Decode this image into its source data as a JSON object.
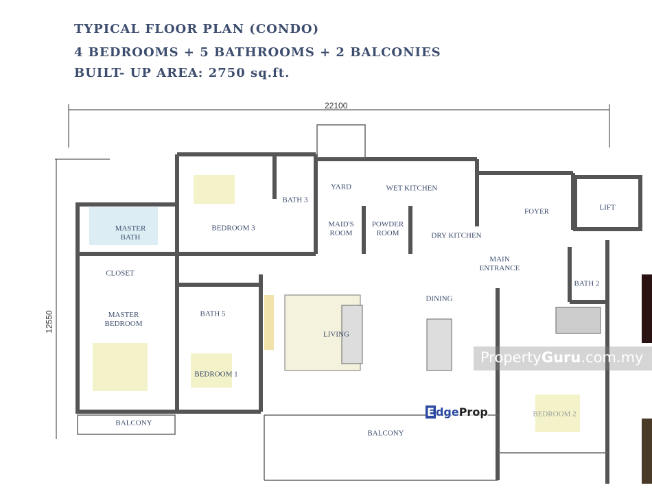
{
  "header": {
    "title": "TYPICAL FLOOR PLAN (CONDO)",
    "layout": "4 BEDROOMS + 5 BATHROOMS + 2 BALCONIES",
    "area": "BUILT- UP AREA: 2750 sq.ft."
  },
  "dimensions": {
    "width": "22100",
    "depth": "12550"
  },
  "rooms": {
    "yard": "YARD",
    "wet_kitchen": "WET KITCHEN",
    "foyer": "FOYER",
    "lift": "LIFT",
    "master_bath": "MASTER BATH",
    "bedroom3": "BEDROOM 3",
    "bath3": "BATH 3",
    "maids_room": "MAID'S ROOM",
    "powder_room": "POWDER ROOM",
    "dry_kitchen": "DRY KITCHEN",
    "main_entrance": "MAIN ENTRANCE",
    "closet": "CLOSET",
    "bath2": "BATH 2",
    "master_bedroom": "MASTER BEDROOM",
    "bath5": "BATH 5",
    "living": "LIVING",
    "dining": "DINING",
    "bedroom1": "BEDROOM 1",
    "bedroom2": "BEDROOM 2",
    "balcony_left": "BALCONY",
    "balcony_main": "BALCONY"
  },
  "watermarks": {
    "propertyguru_a": "Property",
    "propertyguru_b": "Guru",
    "propertyguru_c": ".com.my",
    "edgeprop_a": "E",
    "edgeprop_b": "dge",
    "edgeprop_c": "Prop"
  },
  "colors": {
    "wall": "#555555",
    "text": "#3d4d6e",
    "bed": "#f4f2c8",
    "bath": "#dceef4"
  }
}
